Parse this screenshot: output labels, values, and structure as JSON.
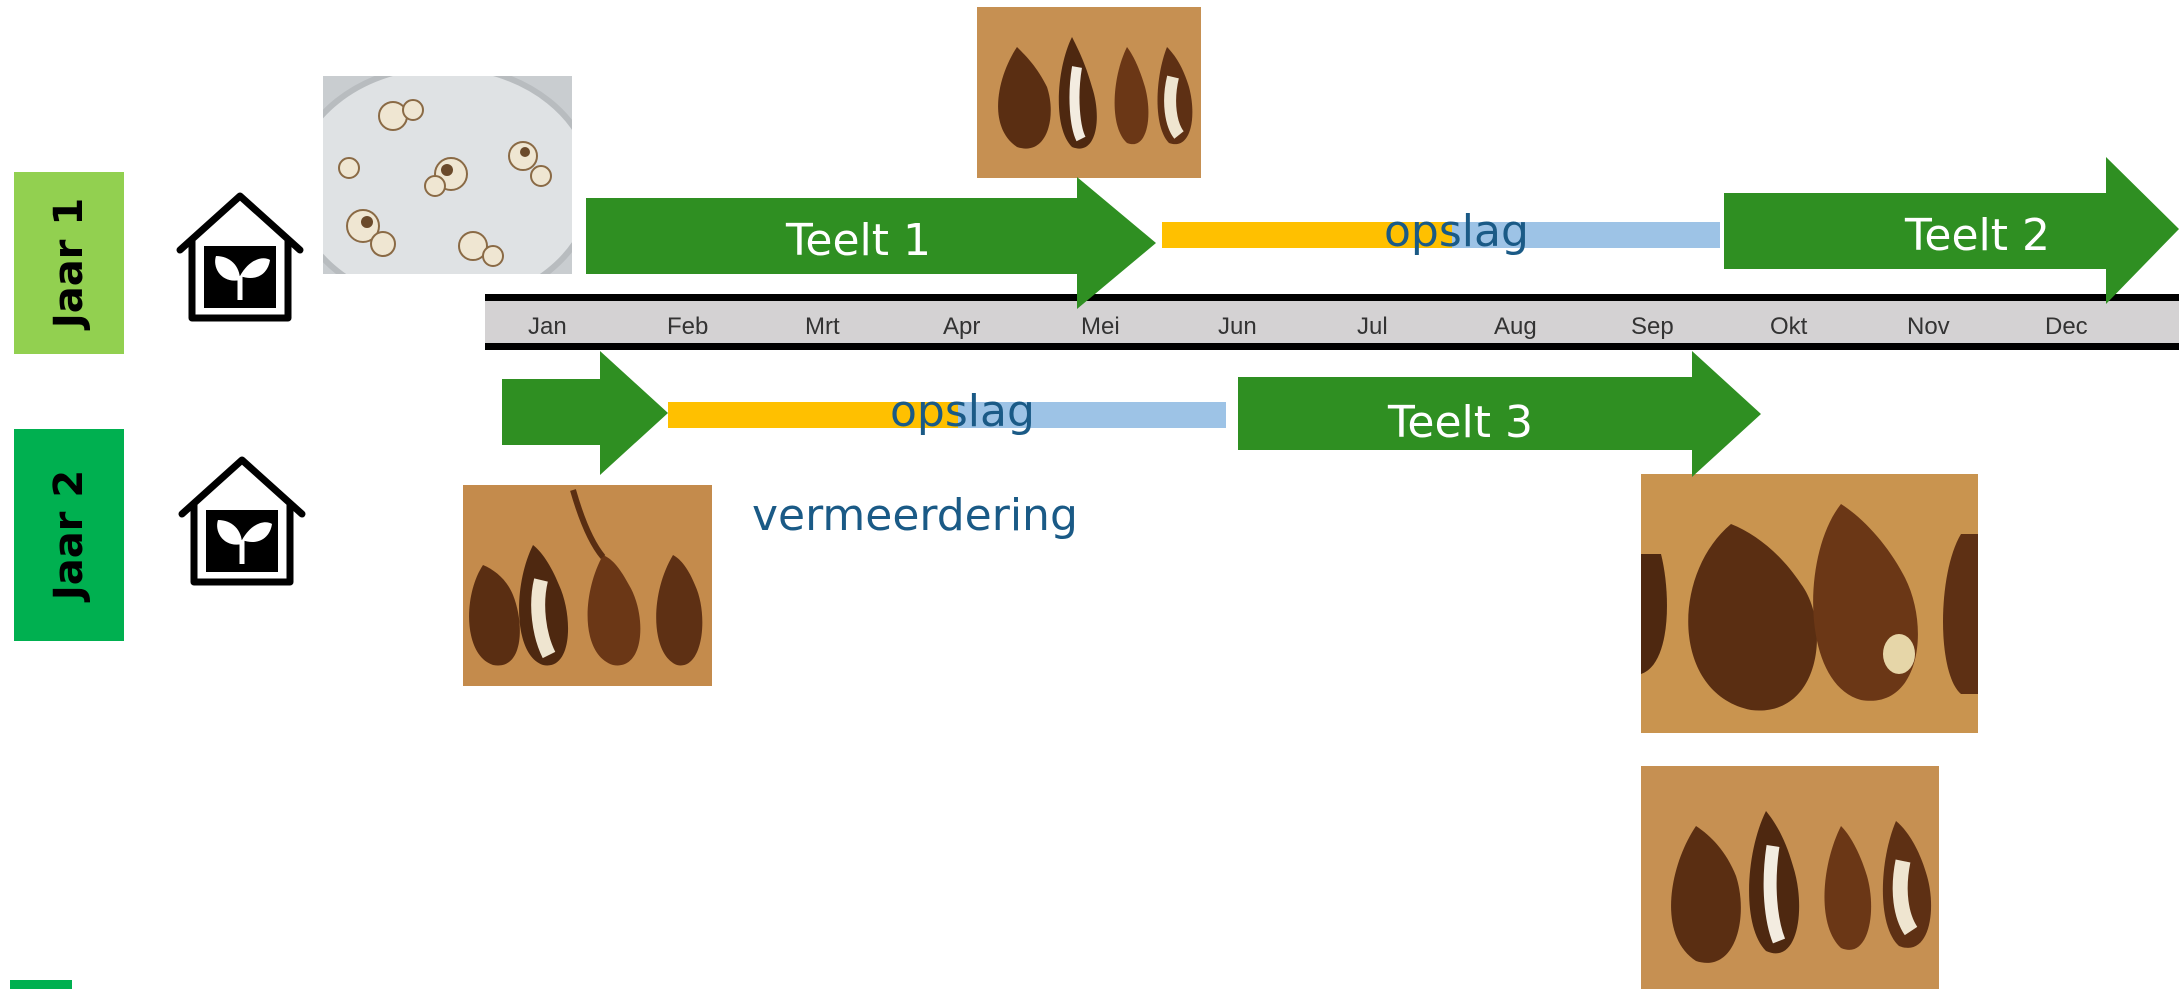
{
  "years": [
    {
      "label": "Jaar 1",
      "color": "#92d050"
    },
    {
      "label": "Jaar 2",
      "color": "#00b050"
    }
  ],
  "timeline": {
    "months": [
      "Jan",
      "Feb",
      "Mrt",
      "Apr",
      "Mei",
      "Jun",
      "Jul",
      "Aug",
      "Sep",
      "Okt",
      "Nov",
      "Dec"
    ]
  },
  "arrows": [
    {
      "label": "Teelt 1"
    },
    {
      "label": "Teelt 2"
    },
    {
      "label": "Teelt 3"
    },
    {
      "label": ""
    }
  ],
  "storage": [
    {
      "label": "opslag"
    },
    {
      "label": "opslag"
    }
  ],
  "vermeerdering": "vermeerdering",
  "icons": [
    "greenhouse-plant-icon",
    "greenhouse-plant-icon"
  ],
  "colors": {
    "arrow": "#2f8f22",
    "storage_yellow": "#ffc000",
    "storage_blue": "#9dc3e6",
    "text_blue": "#1a5a86",
    "timeline_bg": "#d4d2d3"
  }
}
